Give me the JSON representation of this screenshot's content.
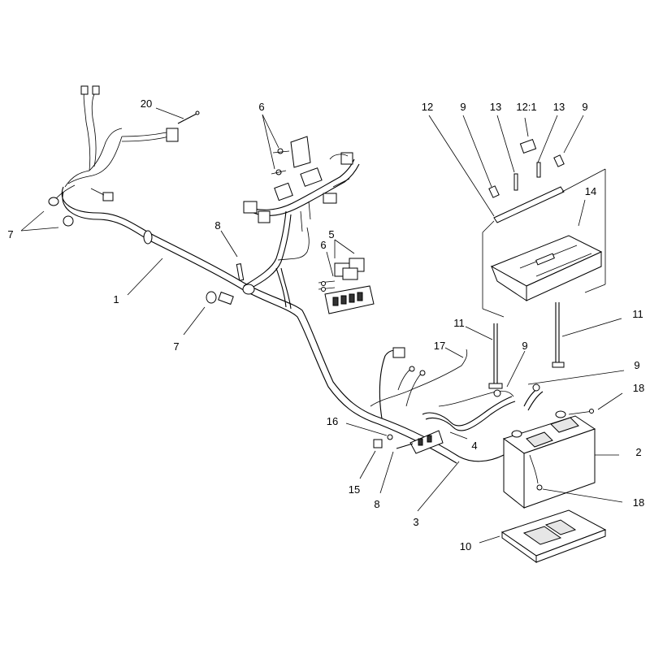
{
  "diagram": {
    "callouts": {
      "c20": "20",
      "c6a": "6",
      "c7a": "7",
      "c8a": "8",
      "c1": "1",
      "c7b": "7",
      "c6b": "6",
      "c5": "5",
      "c12": "12",
      "c9a": "9",
      "c13a": "13",
      "c12_1": "12:1",
      "c13b": "13",
      "c9b": "9",
      "c14": "14",
      "c11a": "11",
      "c11b": "11",
      "c17": "17",
      "c9c": "9",
      "c9d": "9",
      "c18a": "18",
      "c16": "16",
      "c4": "4",
      "c2": "2",
      "c15": "15",
      "c8b": "8",
      "c3": "3",
      "c18b": "18",
      "c10": "10"
    }
  }
}
